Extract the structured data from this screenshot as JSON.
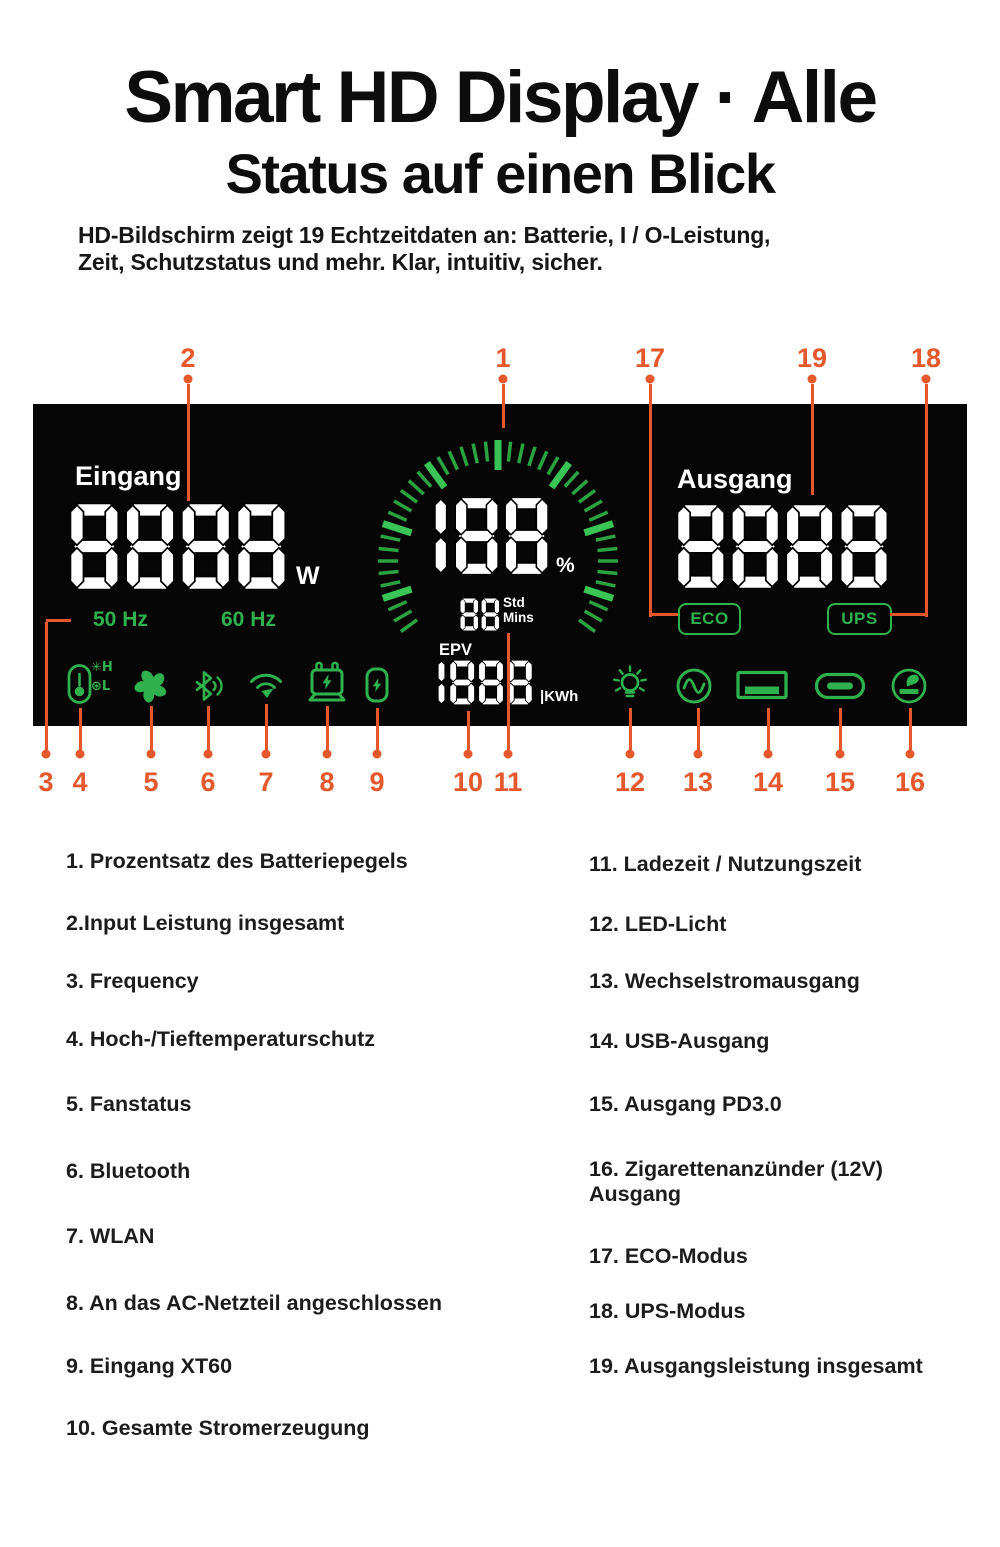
{
  "header": {
    "title_line1": "Smart HD Display · Alle",
    "title_line2": "Status auf einen Blick",
    "subtitle_line1": "HD-Bildschirm zeigt 19 Echtzeitdaten an: Batterie, I / O-Leistung,",
    "subtitle_line2": "Zeit, Schutzstatus und mehr. Klar, intuitiv, sicher."
  },
  "display": {
    "input_label": "Eingang",
    "input_value": "8888",
    "input_unit": "W",
    "freq_left": "50 Hz",
    "freq_right": "60 Hz",
    "battery_value": "188",
    "battery_unit": "%",
    "time_value": "88",
    "time_unit_hours": "Std",
    "time_unit_mins": "Mins",
    "epv_label": "EPV",
    "epv_value": "1888",
    "epv_unit": "|KWh",
    "output_label": "Ausgang",
    "output_value": "8888",
    "eco_badge": "ECO",
    "ups_badge": "UPS",
    "temp_high_label": "✳H",
    "temp_low_label": "⊛L",
    "status_icons_left": [
      "temperature-protection",
      "fan",
      "bluetooth",
      "wlan",
      "ac-adapter",
      "xt60-input"
    ],
    "output_icons_right": [
      "led-light",
      "ac-output",
      "usb-a-output",
      "usb-c-pd-output",
      "car-socket-output"
    ]
  },
  "callouts": {
    "top": [
      "2",
      "1",
      "17",
      "19",
      "18"
    ],
    "bottom": [
      "3",
      "4",
      "5",
      "6",
      "7",
      "8",
      "9",
      "10",
      "11",
      "12",
      "13",
      "14",
      "15",
      "16"
    ]
  },
  "legend": {
    "left": [
      "1. Prozentsatz des Batteriepegels",
      "2.Input Leistung insgesamt",
      "3. Frequency",
      "4. Hoch-/Tieftemperaturschutz",
      "5. Fanstatus",
      "6. Bluetooth",
      "7. WLAN",
      "8. An das AC-Netzteil angeschlossen",
      "9. Eingang XT60",
      "10. Gesamte Stromerzeugung"
    ],
    "right": [
      "11. Ladezeit / Nutzungszeit",
      "12. LED-Licht",
      "13. Wechselstromausgang",
      "14. USB-Ausgang",
      "15. Ausgang PD3.0",
      "16. Zigarettenanzünder (12V) Ausgang",
      "17. ECO-Modus",
      "18. UPS-Modus",
      "19. Ausgangsleistung insgesamt"
    ]
  },
  "colors": {
    "green": "#2FB14D",
    "tick_minor": "#2BA341",
    "tick_major": "#3AC455",
    "orange": "#E4582B",
    "panel_bg": "#060606",
    "digit": "#FFFFFF"
  }
}
